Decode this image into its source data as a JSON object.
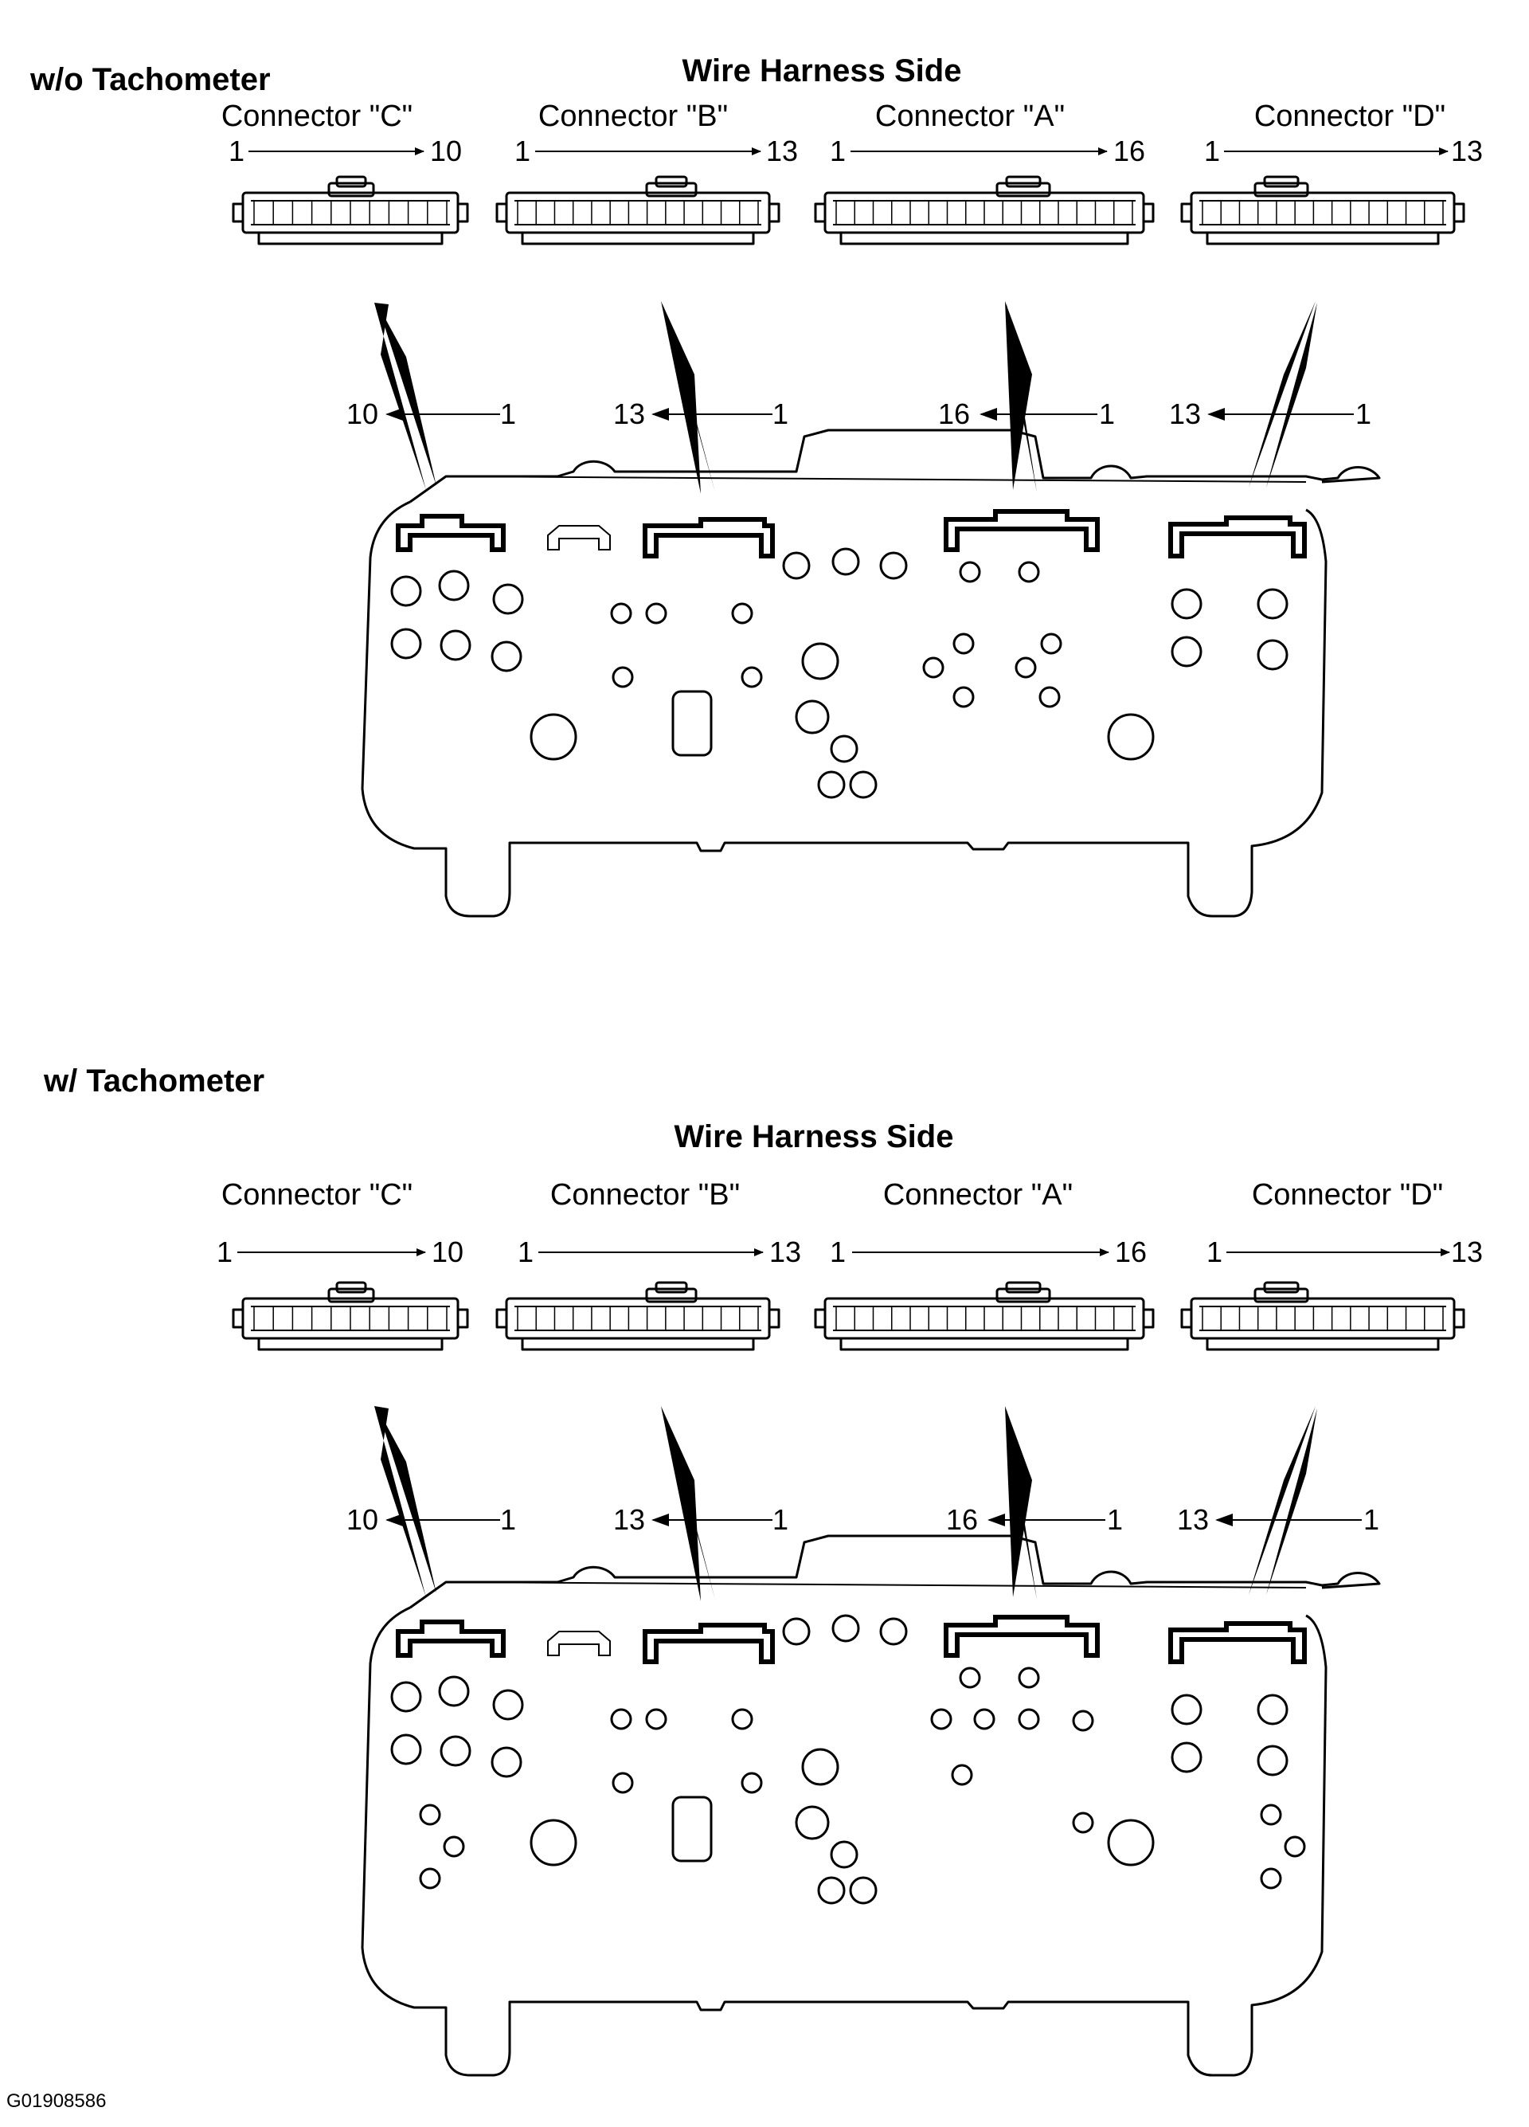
{
  "sections": [
    {
      "title": "w/o Tachometer",
      "subtitle": "Wire Harness Side",
      "connectors": [
        {
          "name": "Connector \"C\"",
          "first_pin": "1",
          "last_pin": "10"
        },
        {
          "name": "Connector \"B\"",
          "first_pin": "1",
          "last_pin": "13"
        },
        {
          "name": "Connector \"A\"",
          "first_pin": "1",
          "last_pin": "16"
        },
        {
          "name": "Connector \"D\"",
          "first_pin": "1",
          "last_pin": "13"
        }
      ]
    },
    {
      "title": "w/ Tachometer",
      "subtitle": "Wire Harness Side",
      "connectors": [
        {
          "name": "Connector \"C\"",
          "first_pin": "1",
          "last_pin": "10"
        },
        {
          "name": "Connector \"B\"",
          "first_pin": "1",
          "last_pin": "13"
        },
        {
          "name": "Connector \"A\"",
          "first_pin": "1",
          "last_pin": "16"
        },
        {
          "name": "Connector \"D\"",
          "first_pin": "1",
          "last_pin": "13"
        }
      ]
    }
  ],
  "figure_code": "G01908586"
}
